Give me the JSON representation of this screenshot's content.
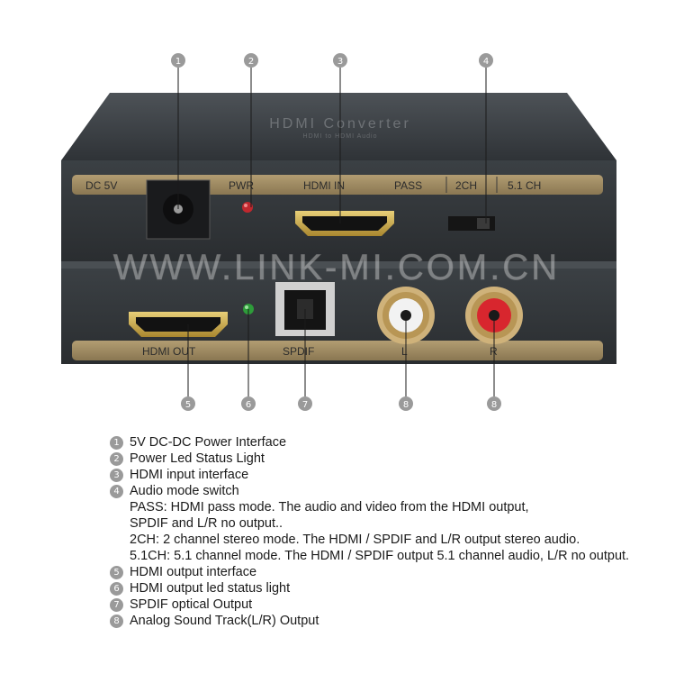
{
  "watermark": "WWW.LINK-MI.COM.CN",
  "device": {
    "title": "HDMI Converter",
    "subtitle": "HDMI to HDMI Audio",
    "top_labels": [
      "DC 5V",
      "PWR",
      "HDMI IN",
      "PASS",
      "2CH",
      "5.1 CH"
    ],
    "bottom_labels": [
      "HDMI OUT",
      "SPDIF",
      "L",
      "R"
    ],
    "callouts_top": [
      "1",
      "2",
      "3",
      "4"
    ],
    "callouts_bottom": [
      "5",
      "6",
      "7",
      "8",
      "8"
    ]
  },
  "legend": {
    "items": [
      {
        "num": "1",
        "text": "5V DC-DC Power Interface"
      },
      {
        "num": "2",
        "text": "Power Led Status Light"
      },
      {
        "num": "3",
        "text": "HDMI input interface"
      },
      {
        "num": "4",
        "text": "Audio mode switch"
      }
    ],
    "mode_lines": [
      "PASS:  HDMI pass mode. The audio and video from the HDMI output,",
      "SPDIF and L/R no output..",
      "2CH:   2 channel stereo mode. The HDMI / SPDIF and L/R output stereo audio.",
      "5.1CH:  5.1 channel mode. The HDMI / SPDIF output 5.1 channel audio, L/R no output."
    ],
    "items_after": [
      {
        "num": "5",
        "text": "HDMI output interface"
      },
      {
        "num": "6",
        "text": "HDMI output led status light"
      },
      {
        "num": "7",
        "text": "SPDIF optical Output"
      },
      {
        "num": "8",
        "text": "Analog Sound Track(L/R) Output"
      }
    ]
  },
  "colors": {
    "chassis": "#3d4246",
    "gold": "#9d8a63",
    "led_red": "#c0282e",
    "led_green": "#2e9c3a",
    "rca_red": "#d8262e"
  }
}
